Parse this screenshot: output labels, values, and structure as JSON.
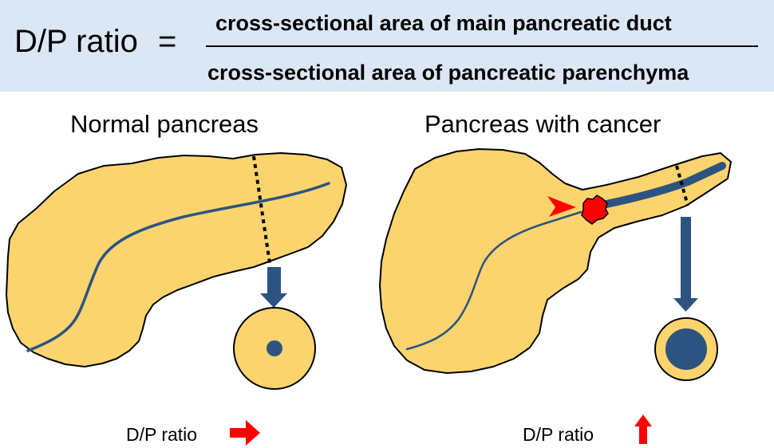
{
  "formula": {
    "lhs": "D/P ratio",
    "equals": "=",
    "numerator": "cross-sectional area of main pancreatic duct",
    "denominator": "cross-sectional area of pancreatic parenchyma"
  },
  "normal": {
    "title": "Normal pancreas",
    "ratio_label": "D/P ratio",
    "ratio_trend": "arrow-right"
  },
  "cancer": {
    "title": "Pancreas with cancer",
    "ratio_label": "D/P ratio",
    "ratio_trend": "arrow-up"
  },
  "colors": {
    "parenchyma": "#fbd46e",
    "duct": "#2d5381",
    "tumor": "#ff0000",
    "indicator": "#ff0000",
    "formula_background": "#dbe7f4"
  }
}
